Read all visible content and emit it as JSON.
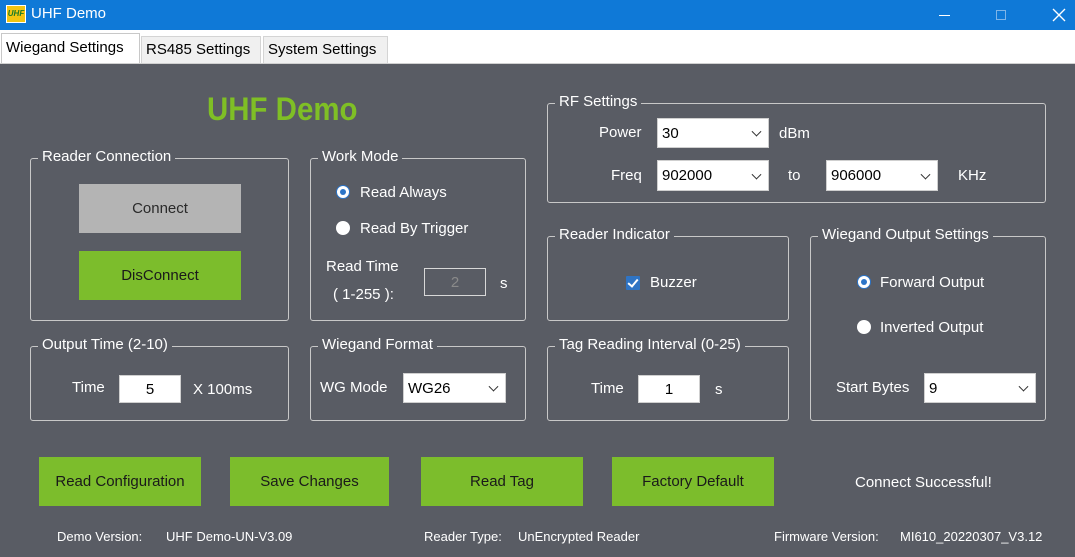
{
  "window": {
    "title": "UHF Demo",
    "icon_text": "UHF"
  },
  "tabs": [
    {
      "label": "Wiegand Settings",
      "active": true
    },
    {
      "label": "RS485 Settings",
      "active": false
    },
    {
      "label": "System Settings",
      "active": false
    }
  ],
  "logo_text": "UHF Demo",
  "reader_connection": {
    "title": "Reader Connection",
    "connect_label": "Connect",
    "disconnect_label": "DisConnect"
  },
  "work_mode": {
    "title": "Work Mode",
    "read_always": "Read Always",
    "read_by_trigger": "Read By Trigger",
    "selected": "Read Always",
    "read_time_label": "Read Time",
    "read_time_range": "( 1-255 ):",
    "read_time_value": "2",
    "read_time_unit": "s"
  },
  "rf_settings": {
    "title": "RF Settings",
    "power_label": "Power",
    "power_value": "30",
    "power_unit": "dBm",
    "freq_label": "Freq",
    "freq_from": "902000",
    "freq_to_label": "to",
    "freq_to": "906000",
    "freq_unit": "KHz"
  },
  "reader_indicator": {
    "title": "Reader Indicator",
    "buzzer_label": "Buzzer",
    "buzzer_checked": true
  },
  "wiegand_output": {
    "title": "Wiegand Output Settings",
    "forward": "Forward Output",
    "inverted": "Inverted Output",
    "selected": "Forward Output",
    "start_bytes_label": "Start Bytes",
    "start_bytes_value": "9"
  },
  "output_time": {
    "title": "Output Time (2-10)",
    "time_label": "Time",
    "time_value": "5",
    "time_unit": "X 100ms"
  },
  "wiegand_format": {
    "title": "Wiegand Format",
    "wg_mode_label": "WG Mode",
    "wg_mode_value": "WG26"
  },
  "tag_interval": {
    "title": "Tag Reading Interval (0-25)",
    "time_label": "Time",
    "time_value": "1",
    "time_unit": "s"
  },
  "actions": {
    "read_configuration": "Read Configuration",
    "save_changes": "Save Changes",
    "read_tag": "Read Tag",
    "factory_default": "Factory Default"
  },
  "status_text": "Connect Successful!",
  "footer": {
    "demo_version_label": "Demo Version:",
    "demo_version_value": "UHF Demo-UN-V3.09",
    "reader_type_label": "Reader Type:",
    "reader_type_value": "UnEncrypted Reader",
    "firmware_label": "Firmware Version:",
    "firmware_value": "MI610_20220307_V3.12"
  },
  "colors": {
    "titlebar": "#0f79d7",
    "background": "#595c64",
    "accent_green": "#7cbd2c",
    "logo_green": "#7fbf25"
  }
}
